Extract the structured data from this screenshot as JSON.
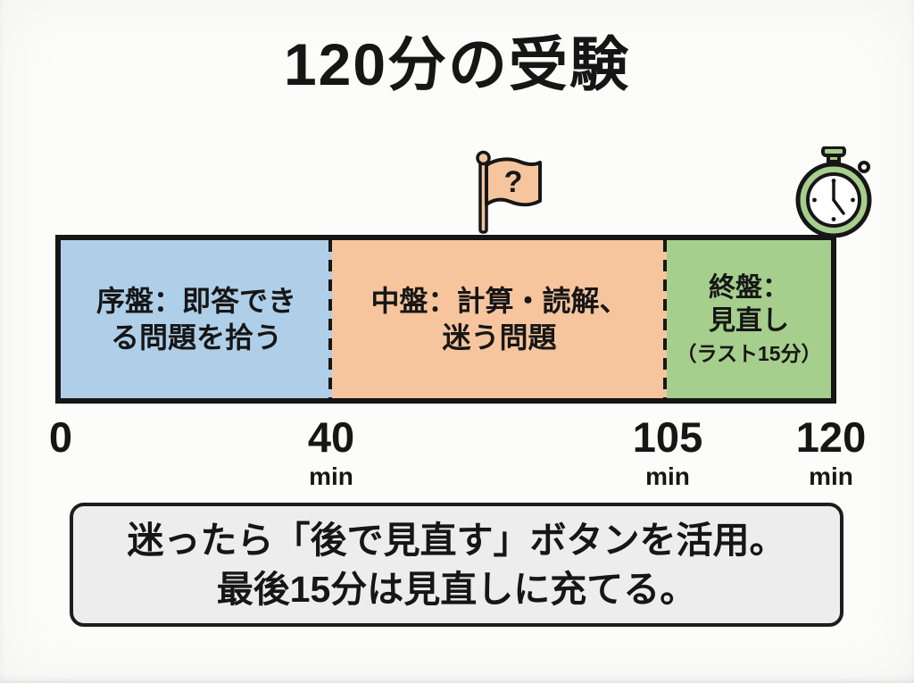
{
  "title": "120分の受験",
  "colors": {
    "background": "#FCFCFA",
    "segment_early_blue": "#AFCFE8",
    "segment_middle_orange": "#F6C59D",
    "segment_late_green": "#A6CE8D",
    "bar_border": "#161616",
    "note_background": "#EDEDED",
    "text": "#161616"
  },
  "icons": {
    "flag": {
      "name": "question-flag-icon",
      "glyph": "?",
      "fill": "#F6C59D"
    },
    "stopwatch": {
      "name": "stopwatch-icon",
      "fill": "#A6CE8D"
    }
  },
  "chart_data": {
    "type": "bar",
    "subtype": "timeline-segments",
    "total_minutes": 120,
    "unit": "min",
    "segments": [
      {
        "name": "early",
        "start_min": 0,
        "end_min": 40,
        "color": "#AFCFE8",
        "lines": [
          "序盤：即答でき",
          "る問題を拾う"
        ]
      },
      {
        "name": "middle",
        "start_min": 40,
        "end_min": 105,
        "color": "#F6C59D",
        "lines": [
          "中盤：計算・読解、",
          "迷う問題"
        ]
      },
      {
        "name": "late",
        "start_min": 105,
        "end_min": 120,
        "color": "#A6CE8D",
        "lines": [
          "終盤：",
          "見直し",
          "（ラスト15分）"
        ]
      }
    ],
    "ticks": [
      {
        "value": "0",
        "unit": ""
      },
      {
        "value": "40",
        "unit": "min"
      },
      {
        "value": "105",
        "unit": "min"
      },
      {
        "value": "120",
        "unit": "min"
      }
    ]
  },
  "note": {
    "lines": [
      "迷ったら「後で見直す」ボタンを活用。",
      "最後15分は見直しに充てる。"
    ]
  }
}
